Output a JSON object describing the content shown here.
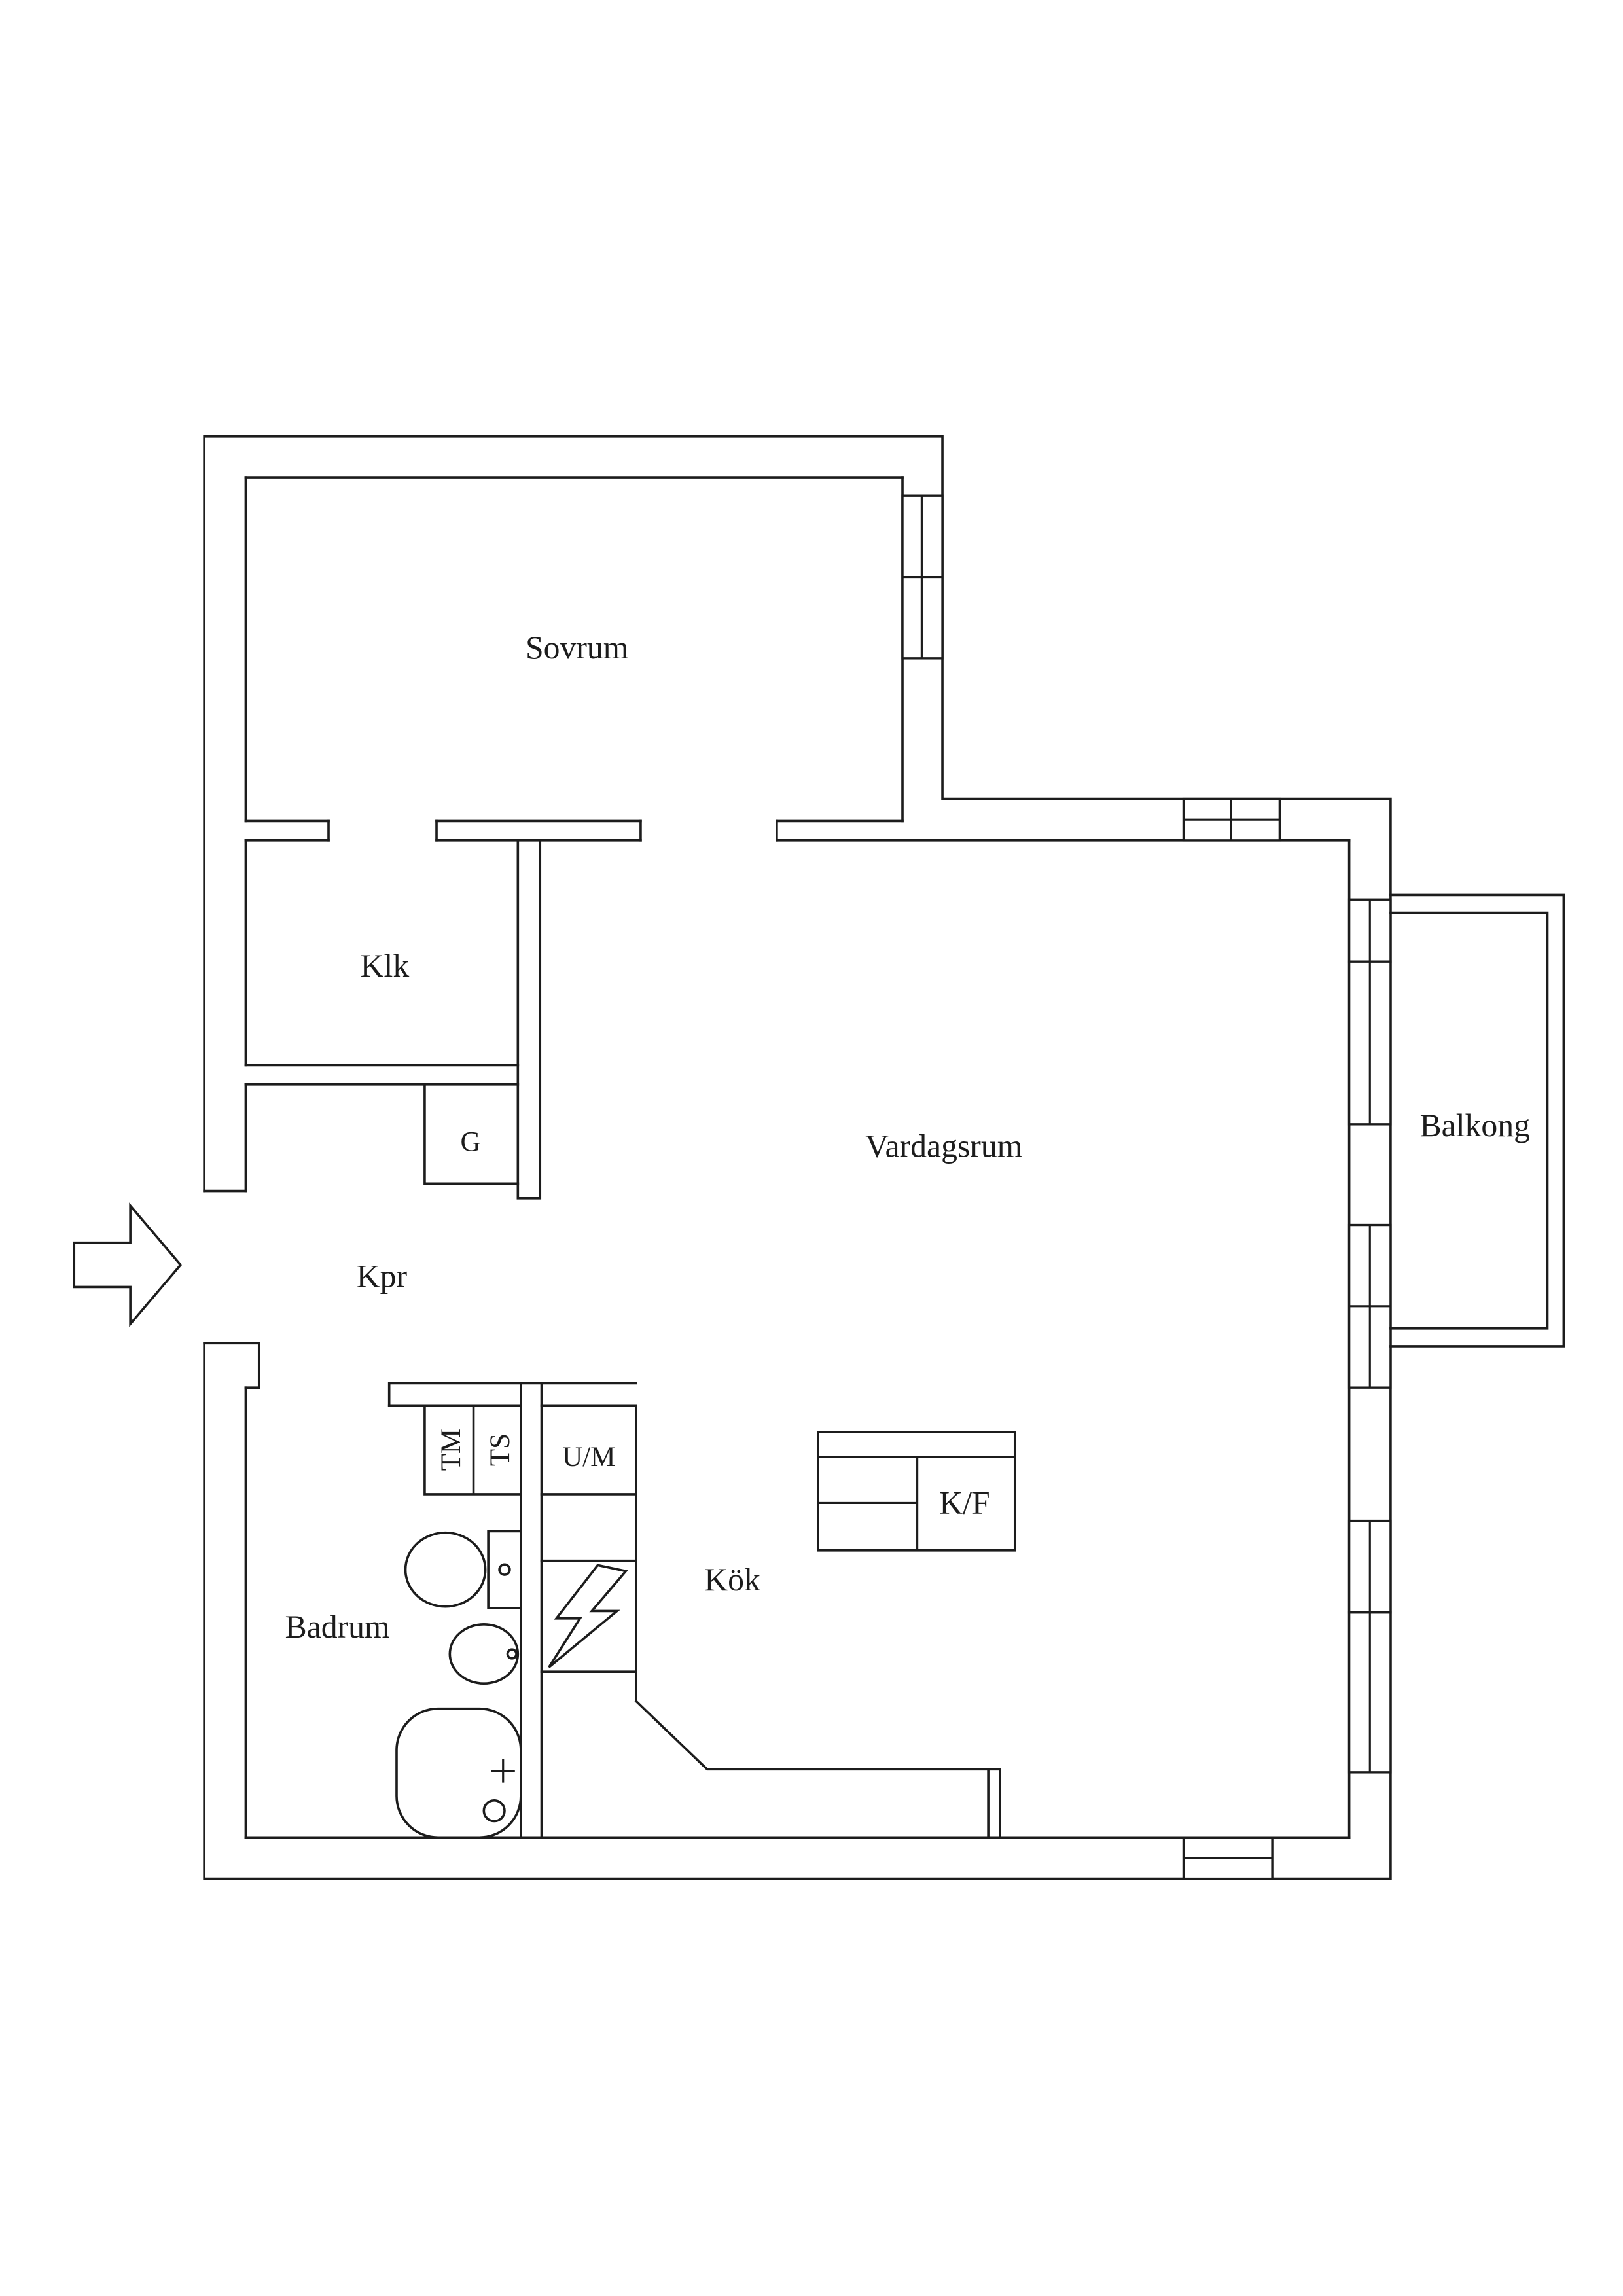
{
  "page": {
    "background": "#ffffff",
    "line_color": "#1c1c1c"
  },
  "labels": {
    "sovrum": "Sovrum",
    "klk": "Klk",
    "g": "G",
    "kpr": "Kpr",
    "vardagsrum": "Vardagsrum",
    "balkong": "Balkong",
    "badrum": "Badrum",
    "kok": "Kök",
    "tm": "TM",
    "ts": "TS",
    "um": "U/M",
    "kf": "K/F"
  }
}
